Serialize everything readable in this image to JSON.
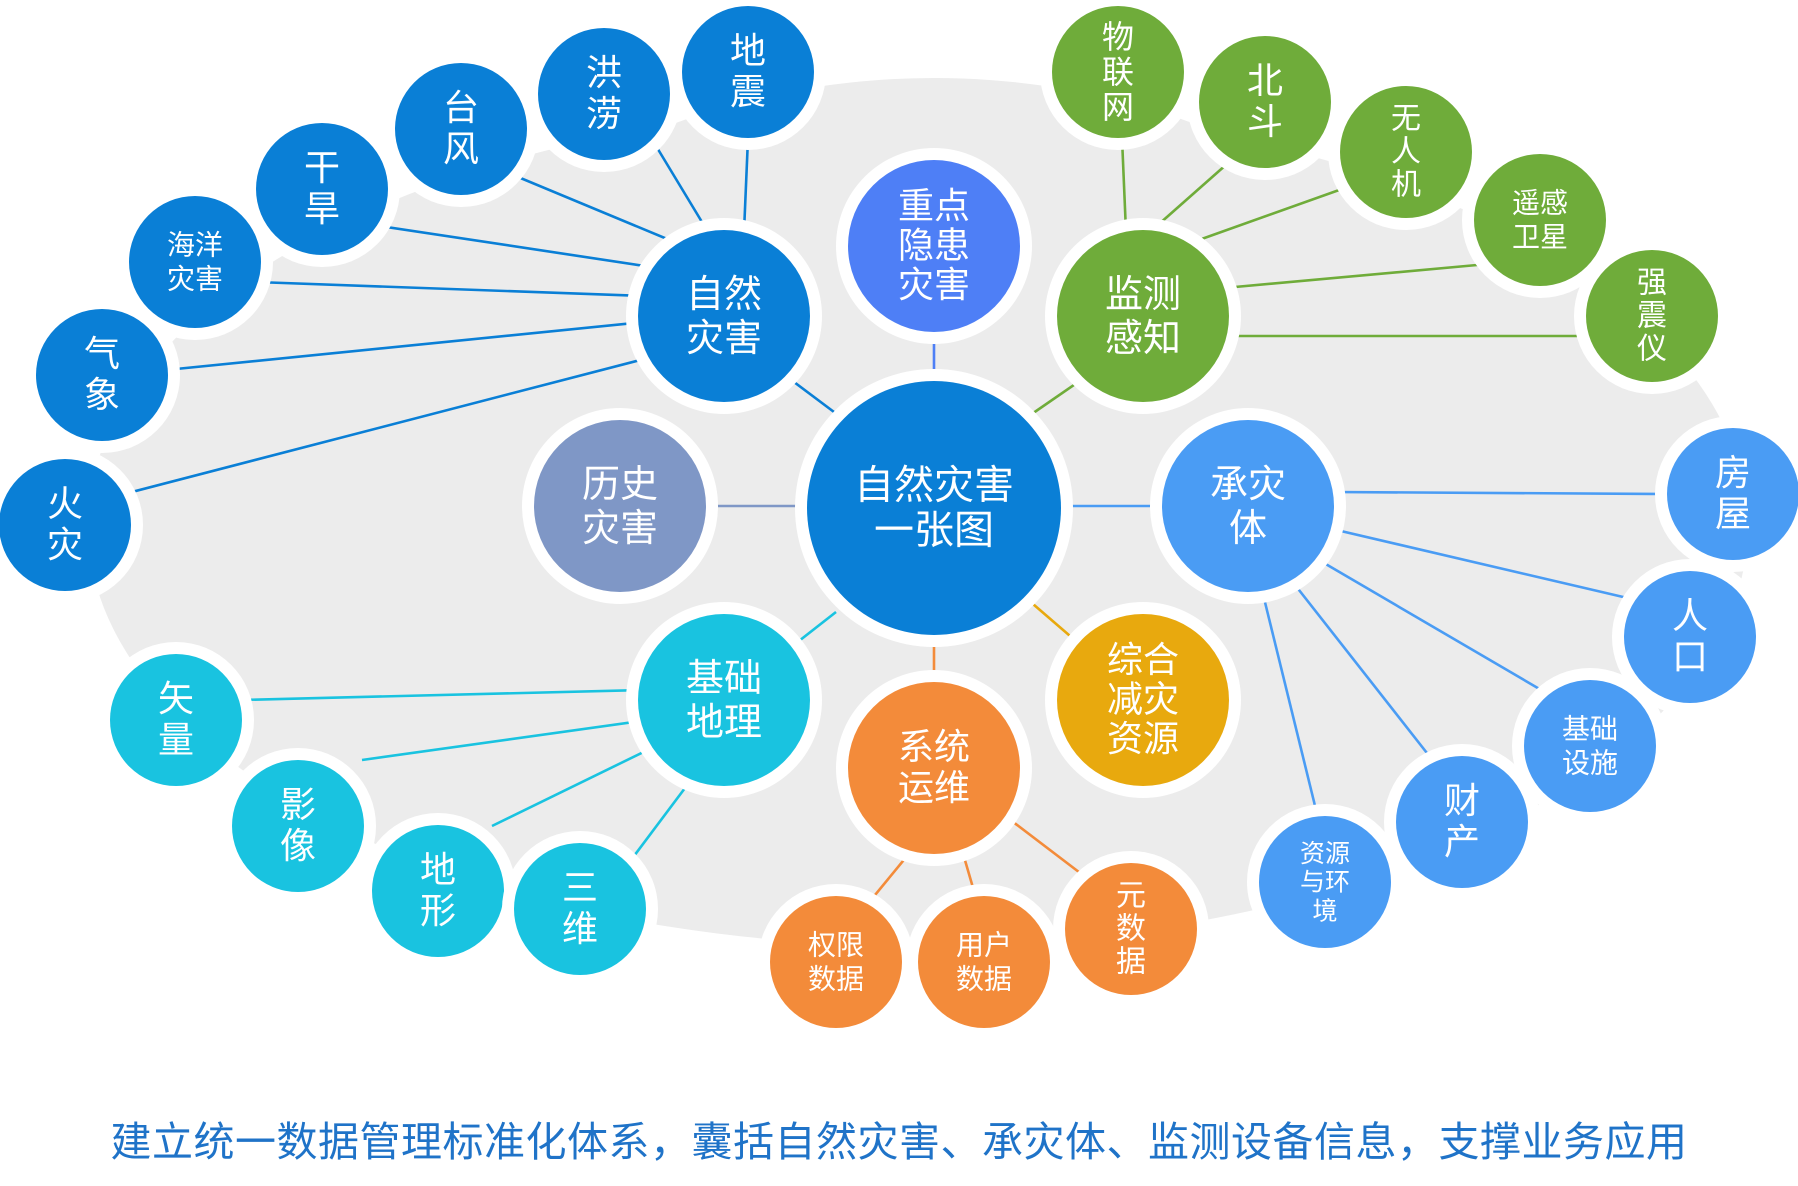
{
  "colors": {
    "center": "#0a7fd6",
    "natural": "#0a7fd6",
    "monitor": "#6fac3a",
    "carrier": "#4a9cf4",
    "geo": "#19c3e0",
    "ops": "#f38b3a",
    "resource": "#e8a90e",
    "history": "#7f97c6",
    "hazard": "#4e7ff6",
    "halo": "#ececec"
  },
  "diagram": {
    "center": {
      "lines": [
        "自然灾害",
        "一张图"
      ]
    },
    "hubs": {
      "natural": {
        "lines": [
          "自然",
          "灾害"
        ]
      },
      "hazard": {
        "lines": [
          "重点",
          "隐患",
          "灾害"
        ]
      },
      "monitor": {
        "lines": [
          "监测",
          "感知"
        ]
      },
      "history": {
        "lines": [
          "历史",
          "灾害"
        ]
      },
      "carrier": {
        "lines": [
          "承灾",
          "体"
        ]
      },
      "geo": {
        "lines": [
          "基础",
          "地理"
        ]
      },
      "ops": {
        "lines": [
          "系统",
          "运维"
        ]
      },
      "resource": {
        "lines": [
          "综合",
          "减灾",
          "资源"
        ]
      }
    },
    "leaves": {
      "natural": [
        {
          "lines": [
            "地",
            "震"
          ]
        },
        {
          "lines": [
            "洪",
            "涝"
          ]
        },
        {
          "lines": [
            "台",
            "风"
          ]
        },
        {
          "lines": [
            "干",
            "旱"
          ]
        },
        {
          "lines": [
            "海洋",
            "灾害"
          ]
        },
        {
          "lines": [
            "气",
            "象"
          ]
        },
        {
          "lines": [
            "火",
            "灾"
          ]
        }
      ],
      "monitor": [
        {
          "lines": [
            "物",
            "联",
            "网"
          ]
        },
        {
          "lines": [
            "北",
            "斗"
          ]
        },
        {
          "lines": [
            "无",
            "人",
            "机"
          ]
        },
        {
          "lines": [
            "遥感",
            "卫星"
          ]
        },
        {
          "lines": [
            "强",
            "震",
            "仪"
          ]
        }
      ],
      "carrier": [
        {
          "lines": [
            "房",
            "屋"
          ]
        },
        {
          "lines": [
            "人",
            "口"
          ]
        },
        {
          "lines": [
            "基础",
            "设施"
          ]
        },
        {
          "lines": [
            "财",
            "产"
          ]
        },
        {
          "lines": [
            "资源",
            "与环",
            "境"
          ]
        }
      ],
      "geo": [
        {
          "lines": [
            "矢",
            "量"
          ]
        },
        {
          "lines": [
            "影",
            "像"
          ]
        },
        {
          "lines": [
            "地",
            "形"
          ]
        },
        {
          "lines": [
            "三",
            "维"
          ]
        }
      ],
      "ops": [
        {
          "lines": [
            "权限",
            "数据"
          ]
        },
        {
          "lines": [
            "用户",
            "数据"
          ]
        },
        {
          "lines": [
            "元",
            "数",
            "据"
          ]
        }
      ]
    }
  },
  "caption": "建立统一数据管理标准化体系，囊括自然灾害、承灾体、监测设备信息，支撑业务应用"
}
